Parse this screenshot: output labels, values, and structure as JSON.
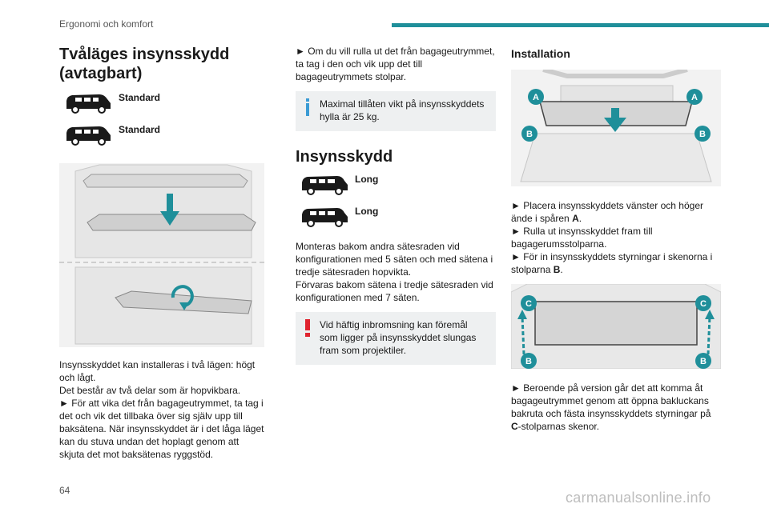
{
  "header": {
    "section": "Ergonomi och komfort",
    "accent_color": "#1f8f9a"
  },
  "col1": {
    "title": "Tvåläges insynsskydd (avtagbart)",
    "versions": [
      "Standard",
      "Standard"
    ],
    "para": "Insynsskyddet kan installeras i två lägen: högt och lågt.",
    "line2": "Det består av två delar som är hopvikbara.",
    "step1": "► För att vika det från bagageutrymmet, ta tag i det och vik det tillbaka över sig själv upp till baksätena. När insynsskyddet är i det låga läget kan du stuva undan det hoplagt genom att skjuta det mot baksätenas ryggstöd."
  },
  "col2": {
    "step": "► Om du vill rulla ut det från bagageutrymmet, ta tag i den och vik upp det till bagageutrymmets stolpar.",
    "info_note": "Maximal tillåten vikt på insynsskyddets hylla är 25 kg.",
    "title": "Insynsskydd",
    "versions": [
      "Long",
      "Long"
    ],
    "para1": "Monteras bakom andra sätesraden vid konfigurationen med 5 säten och med sätena i tredje sätesraden hopvikta.",
    "para2": "Förvaras bakom sätena i tredje sätesraden vid konfigurationen med 7 säten.",
    "warning_note": "Vid häftig inbromsning kan föremål som ligger på insynsskyddet slungas fram som projektiler."
  },
  "col3": {
    "title": "Installation",
    "label_a": "A",
    "label_b": "B",
    "label_c": "C",
    "s1": "► Placera insynsskyddets vänster och höger ände i spåren ",
    "s1_end": ".",
    "s2": "► Rulla ut insynsskyddet fram till bagagerumsstolparna.",
    "s3": "► För in insynsskyddets styrningar i skenorna i stolparna ",
    "s3_end": ".",
    "s4": "► Beroende på version går det att komma åt bagageutrymmet genom att öppna bakluckans bakruta och fästa insynsskyddets styrningar på ",
    "s4_end": "-stolparnas skenor."
  },
  "footer": {
    "page_number": "64",
    "watermark": "carmanualsonline.info"
  },
  "colors": {
    "teal": "#1f8f9a",
    "warning_red": "#e0242f",
    "info_blue": "#3b9bd4",
    "note_bg": "#eef0f1"
  }
}
